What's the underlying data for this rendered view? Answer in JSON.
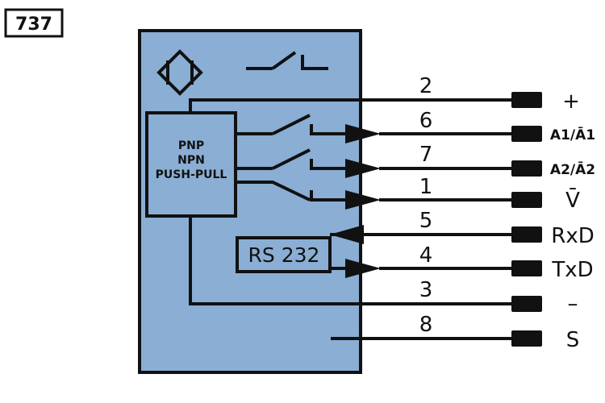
{
  "diagram_code": "737",
  "output_stage": {
    "lines": [
      "PNP",
      "NPN",
      "PUSH-PULL"
    ]
  },
  "interface_label": "RS 232",
  "colors": {
    "housing": "#8aaed4",
    "line": "#111111",
    "terminal": "#111111"
  },
  "pins": [
    {
      "number": "2",
      "signal": "+"
    },
    {
      "number": "6",
      "signal": "A1/Ā1"
    },
    {
      "number": "7",
      "signal": "A2/Ā2"
    },
    {
      "number": "1",
      "signal": "V̄"
    },
    {
      "number": "5",
      "signal": "RxD"
    },
    {
      "number": "4",
      "signal": "TxD"
    },
    {
      "number": "3",
      "signal": "–"
    },
    {
      "number": "8",
      "signal": "S"
    }
  ]
}
